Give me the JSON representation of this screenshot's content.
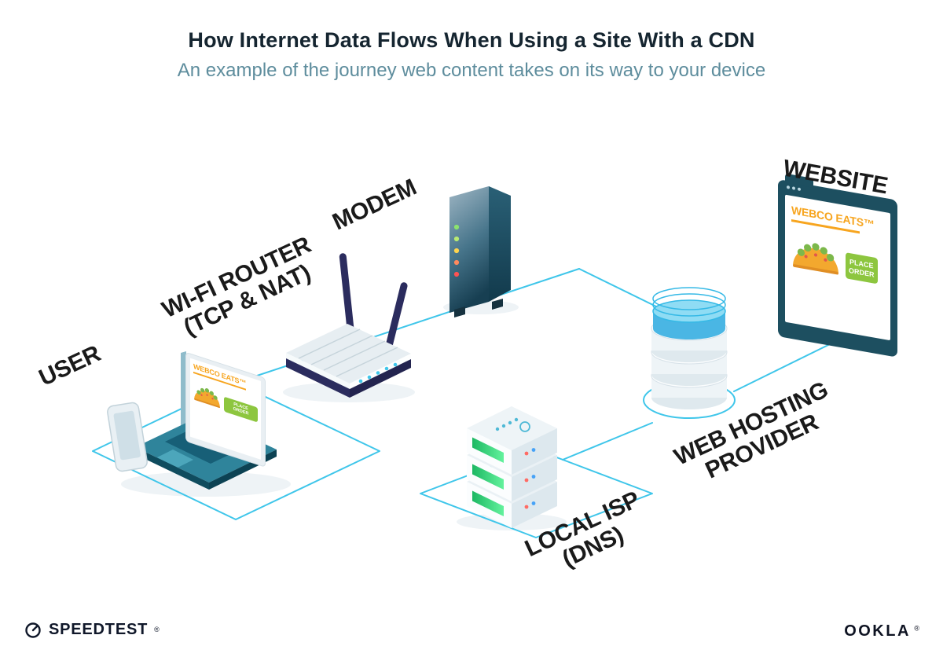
{
  "header": {
    "title": "How Internet Data Flows When Using a Site With a CDN",
    "subtitle": "An example of the journey web content takes on its way to your device"
  },
  "nodes": {
    "user": {
      "label": "USER"
    },
    "router": {
      "label_line1": "WI-FI ROUTER",
      "label_line2": "(TCP & NAT)"
    },
    "modem": {
      "label": "MODEM"
    },
    "isp": {
      "label_line1": "LOCAL ISP",
      "label_line2": "(DNS)"
    },
    "hosting": {
      "label_line1": "WEB HOSTING",
      "label_line2": "PROVIDER"
    },
    "website": {
      "label": "WEBSITE"
    }
  },
  "screens": {
    "laptop": {
      "brand": "WEBCO EATS™",
      "button_line1": "PLACE",
      "button_line2": "ORDER"
    },
    "browser": {
      "brand": "WEBCO EATS™",
      "button_line1": "PLACE",
      "button_line2": "ORDER"
    }
  },
  "footer": {
    "speedtest_label": "SPEEDTEST",
    "speedtest_mark": "®",
    "ookla_label": "OOKLA",
    "ookla_mark": "®"
  },
  "icons": {
    "speedtest": "gauge-icon",
    "taco": "taco-icon",
    "browser_dots": "window-dots-icon"
  },
  "colors": {
    "accent_cyan": "#3fc6ea",
    "teal_dark": "#1d4f60",
    "laptop_teal": "#2f849b",
    "navy": "#2b2c5e",
    "orange": "#f7a51f",
    "green": "#8dc63f",
    "title_text": "#152530",
    "subtitle_text": "#5e8d9d",
    "label_text": "#1a1a1a"
  }
}
